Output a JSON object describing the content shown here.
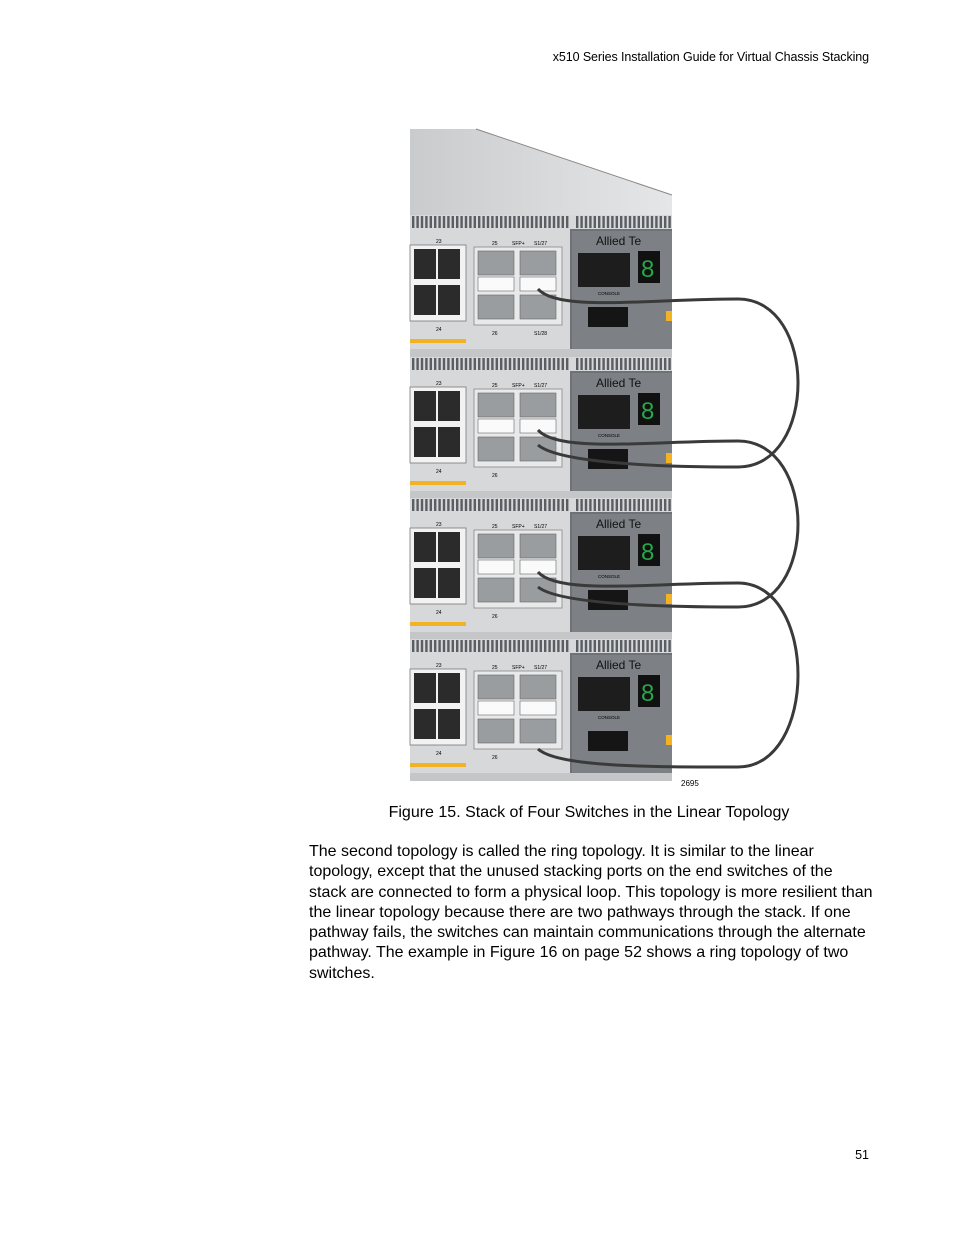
{
  "header": {
    "title": "x510 Series Installation Guide for Virtual Chassis Stacking"
  },
  "figure": {
    "id_label": "2695",
    "brand_text": "Allied Te",
    "console_label": "CONSOLE",
    "port_labels": {
      "p23": "23",
      "p24": "24",
      "p25": "25",
      "p26": "26",
      "sfp": "SFP+",
      "s127": "S1/27",
      "s128": "S1/28"
    },
    "colors": {
      "cable": "#3a3a3a",
      "chassis": "#d6d8da",
      "panel": "#6e7276",
      "led": "#27a64a",
      "accent": "#f3b223"
    }
  },
  "caption": "Figure 15. Stack of Four Switches in the Linear Topology",
  "body": "The second topology is called the ring topology. It is similar to the linear topology, except that the unused stacking ports on the end switches of the stack are connected to form a physical loop. This topology is more resilient than the linear topology because there are two pathways through the stack. If one pathway fails, the switches can maintain communications through the alternate pathway. The example in Figure 16 on page 52 shows a ring topology of two switches.",
  "page_number": "51"
}
